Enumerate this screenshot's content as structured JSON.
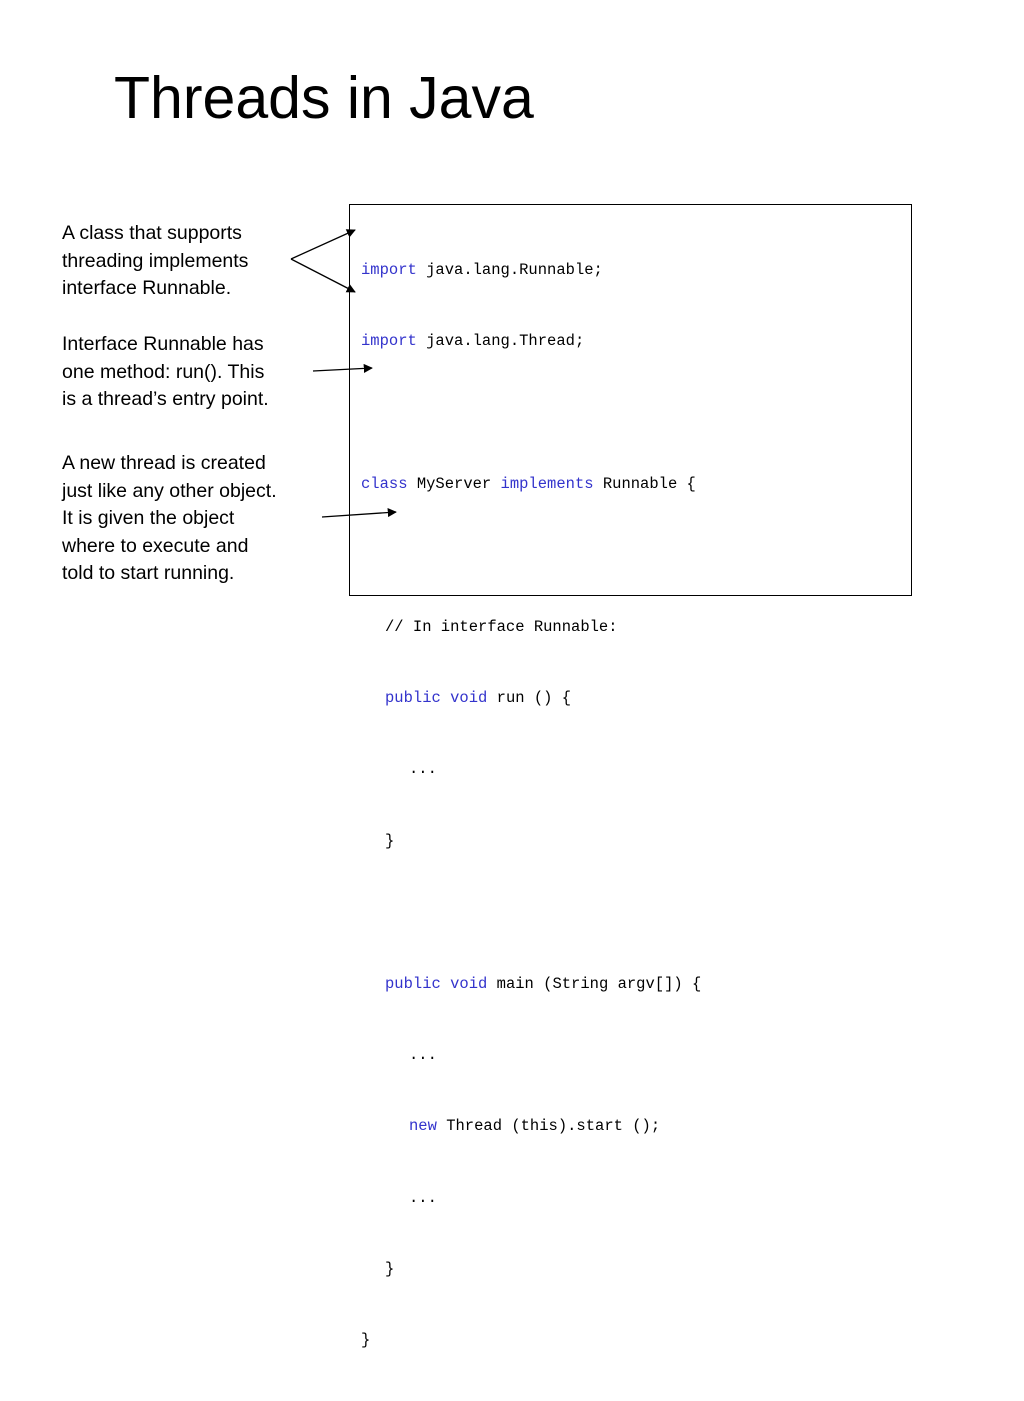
{
  "title": "Threads in Java",
  "notes": [
    "A class that supports\nthreading implements\ninterface Runnable.",
    "Interface Runnable has\none method: run(). This\nis a thread’s entry point.",
    "A new thread is created\njust like any other object.\nIt is given the object\nwhere to execute and\ntold to start running."
  ],
  "colors": {
    "keyword": "#3333cc",
    "text": "#000000"
  },
  "code": {
    "l1_kw": "import",
    "l1_rest": " java.lang.Runnable;",
    "l2_kw": "import",
    "l2_rest": " java.lang.Thread;",
    "l4_kw1": "class",
    "l4_mid": " MyServer ",
    "l4_kw2": "implements",
    "l4_rest": " Runnable {",
    "l6_text": "// In interface Runnable:",
    "l7_kw1": "public",
    "l7_kw2": "void",
    "l7_rest": " run () {",
    "l8_text": "...",
    "l9_text": "}",
    "l11_kw1": "public",
    "l11_kw2": "void",
    "l11_rest": " main (String argv[]) {",
    "l12_text": "...",
    "l13_kw": "new",
    "l13_rest": " Thread (this).start ();",
    "l14_text": "...",
    "l15_text": "}",
    "l16_text": "}"
  }
}
